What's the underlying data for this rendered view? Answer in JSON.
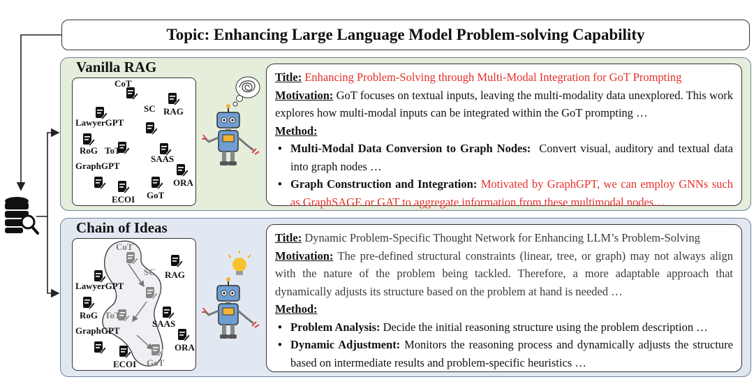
{
  "topic": "Topic: Enhancing Large Language Model Problem-solving Capability",
  "vanilla": {
    "panel_title": "Vanilla RAG",
    "methods": {
      "cot": "CoT",
      "sc": "SC",
      "rag": "RAG",
      "lawyergpt": "LawyerGPT",
      "rog": "RoG",
      "tot": "ToT",
      "saas": "SAAS",
      "graphgpt": "GraphGPT",
      "ora": "ORA",
      "ecoi": "ECOI",
      "got": "GoT"
    },
    "title_label": "Title:",
    "title_text": "Enhancing Problem-Solving through Multi-Modal Integration for GoT Prompting",
    "motivation_label": "Motivation:",
    "motivation_text": "GoT focuses on textual inputs, leaving the multi-modality data unexplored. This work explores how multi-modal inputs can be integrated within the GoT prompting …",
    "method_label": "Method:",
    "bullets": [
      {
        "head": "Multi-Modal Data Conversion to Graph Nodes:",
        "text": "Convert visual, auditory and textual data  into graph nodes …"
      },
      {
        "head": "Graph Construction and Integration:",
        "text": "Motivated by GraphGPT, we can employ GNNs such as GraphSAGE or GAT to aggregate information from these multimodal nodes…"
      }
    ]
  },
  "chain": {
    "panel_title": "Chain of Ideas",
    "methods": {
      "cot": "CoT",
      "sc": "SC",
      "rag": "RAG",
      "lawyergpt": "LawyerGPT",
      "rog": "RoG",
      "tot": "ToT",
      "saas": "SAAS",
      "graphgpt": "GraphGPT",
      "ora": "ORA",
      "ecoi": "ECOI",
      "got": "GoT"
    },
    "title_label": "Title:",
    "title_text": "Dynamic Problem-Specific Thought Network for Enhancing LLM’s Problem-Solving",
    "motivation_label": "Motivation:",
    "motivation_text": "The pre-defined structural constraints (linear, tree, or graph) may not always align with the nature of the problem being tackled. Therefore, a more adaptable approach that dynamically adjusts its structure based on the problem at hand is needed …",
    "method_label": "Method:",
    "bullets": [
      {
        "head": "Problem Analysis:",
        "text": "Decide the initial reasoning structure using the problem description …"
      },
      {
        "head": "Dynamic Adjustment:",
        "text": "Monitors the reasoning process and dynamically adjusts the structure based on intermediate results and problem-specific heuristics …"
      }
    ]
  },
  "colors": {
    "vanilla_bg": "#e5eedb",
    "chain_bg": "#e2e8f2",
    "highlight_red": "#e5302a",
    "faded_gray": "#7d7d7d"
  },
  "icons": [
    "database-search-icon",
    "document-pen-icon",
    "robot-icon",
    "scribble-thought-icon",
    "lightbulb-icon",
    "arrow-icon"
  ]
}
